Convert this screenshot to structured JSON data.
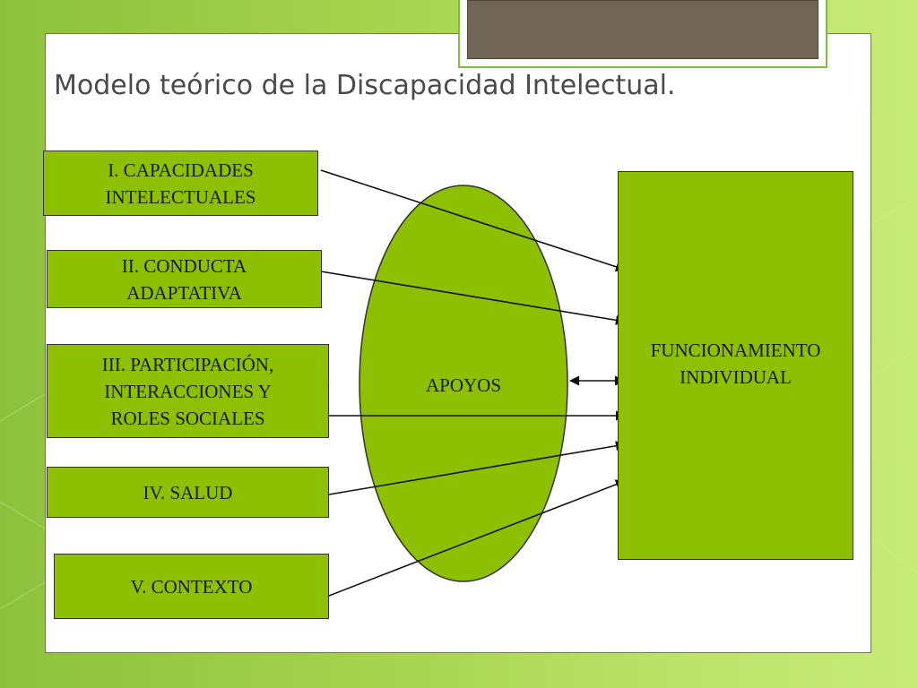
{
  "title": "Modelo teórico de la Discapacidad Intelectual.",
  "left_boxes": [
    {
      "label": "I. CAPACIDADES\nINTELECTUALES"
    },
    {
      "label": "II. CONDUCTA\nADAPTATIVA"
    },
    {
      "label": "III. PARTICIPACIÓN,\nINTERACCIONES Y\nROLES SOCIALES"
    },
    {
      "label": "IV. SALUD"
    },
    {
      "label": "V. CONTEXTO"
    }
  ],
  "center_oval": {
    "label": "APOYOS"
  },
  "right_box": {
    "label": "FUNCIONAMIENTO\nINDIVIDUAL"
  },
  "colors": {
    "box_fill": "#8cc000",
    "accent_frame": "#716656",
    "background": "#9fce48"
  }
}
